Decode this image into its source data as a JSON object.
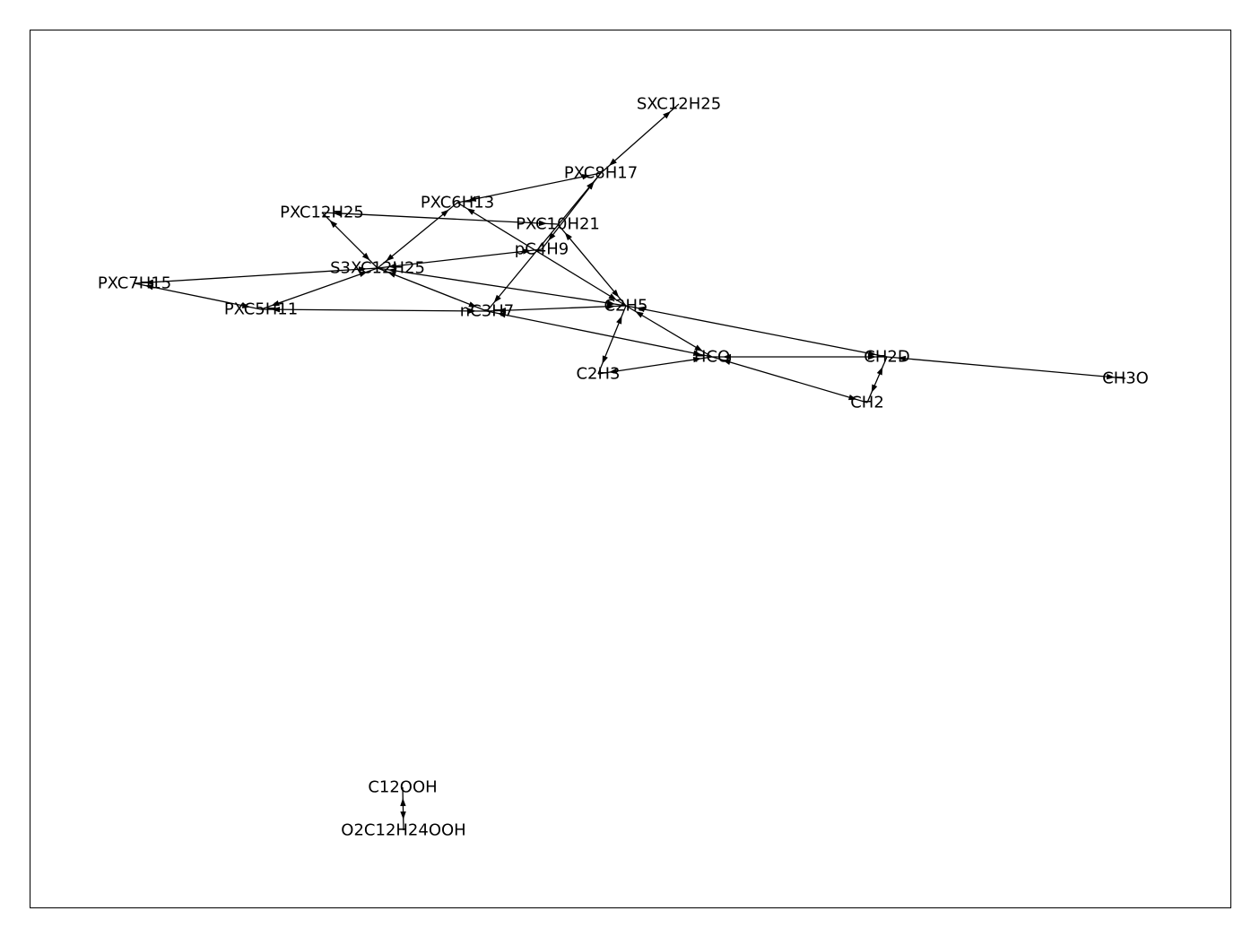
{
  "nodes": [
    {
      "id": "SXC12H25",
      "label": "SXC12H25"
    },
    {
      "id": "PXC8H17",
      "label": "PXC8H17"
    },
    {
      "id": "PXC6H13",
      "label": "PXC6H13"
    },
    {
      "id": "PXC12H25",
      "label": "PXC12H25"
    },
    {
      "id": "PXC10H21",
      "label": "PXC10H21"
    },
    {
      "id": "pC4H9",
      "label": "pC4H9"
    },
    {
      "id": "S3XC12H25",
      "label": "S3XC12H25"
    },
    {
      "id": "PXC7H15",
      "label": "PXC7H15"
    },
    {
      "id": "PXC5H11",
      "label": "PXC5H11"
    },
    {
      "id": "nC3H7",
      "label": "nC3H7"
    },
    {
      "id": "C2H5",
      "label": "C2H5"
    },
    {
      "id": "HCO",
      "label": "HCO"
    },
    {
      "id": "CH2D",
      "label": "CH2D"
    },
    {
      "id": "CH3O",
      "label": "CH3O"
    },
    {
      "id": "C2H3",
      "label": "C2H3"
    },
    {
      "id": "CH2",
      "label": "CH2"
    },
    {
      "id": "C12OOH",
      "label": "C12OOH"
    },
    {
      "id": "O2C12H24OOH",
      "label": "O2C12H24OOH"
    }
  ],
  "edges": [
    {
      "source": "SXC12H25",
      "target": "PXC8H17",
      "bidirectional": true
    },
    {
      "source": "PXC8H17",
      "target": "PXC6H13",
      "bidirectional": true
    },
    {
      "source": "PXC8H17",
      "target": "nC3H7",
      "bidirectional": true
    },
    {
      "source": "PXC8H17",
      "target": "pC4H9",
      "bidirectional": true
    },
    {
      "source": "PXC6H13",
      "target": "S3XC12H25",
      "bidirectional": true
    },
    {
      "source": "PXC6H13",
      "target": "C2H5",
      "bidirectional": true
    },
    {
      "source": "PXC12H25",
      "target": "PXC10H21",
      "bidirectional": true
    },
    {
      "source": "PXC12H25",
      "target": "S3XC12H25",
      "bidirectional": true
    },
    {
      "source": "PXC10H21",
      "target": "C2H5",
      "bidirectional": true
    },
    {
      "source": "pC4H9",
      "target": "S3XC12H25",
      "bidirectional": true
    },
    {
      "source": "S3XC12H25",
      "target": "PXC7H15",
      "bidirectional": true
    },
    {
      "source": "S3XC12H25",
      "target": "PXC5H11",
      "bidirectional": true
    },
    {
      "source": "S3XC12H25",
      "target": "nC3H7",
      "bidirectional": true
    },
    {
      "source": "S3XC12H25",
      "target": "C2H5",
      "bidirectional": true
    },
    {
      "source": "PXC7H15",
      "target": "PXC5H11",
      "bidirectional": true
    },
    {
      "source": "PXC5H11",
      "target": "nC3H7",
      "bidirectional": true
    },
    {
      "source": "nC3H7",
      "target": "C2H5",
      "bidirectional": true
    },
    {
      "source": "nC3H7",
      "target": "HCO",
      "bidirectional": true
    },
    {
      "source": "C2H5",
      "target": "HCO",
      "bidirectional": true
    },
    {
      "source": "C2H5",
      "target": "C2H3",
      "bidirectional": true
    },
    {
      "source": "C2H5",
      "target": "CH2D",
      "bidirectional": true
    },
    {
      "source": "C2H3",
      "target": "HCO",
      "bidirectional": true
    },
    {
      "source": "HCO",
      "target": "CH2D",
      "bidirectional": true
    },
    {
      "source": "HCO",
      "target": "CH2",
      "bidirectional": true
    },
    {
      "source": "CH2D",
      "target": "CH2",
      "bidirectional": true
    },
    {
      "source": "CH2D",
      "target": "CH3O",
      "bidirectional": true
    },
    {
      "source": "C12OOH",
      "target": "O2C12H24OOH",
      "bidirectional": true
    }
  ]
}
